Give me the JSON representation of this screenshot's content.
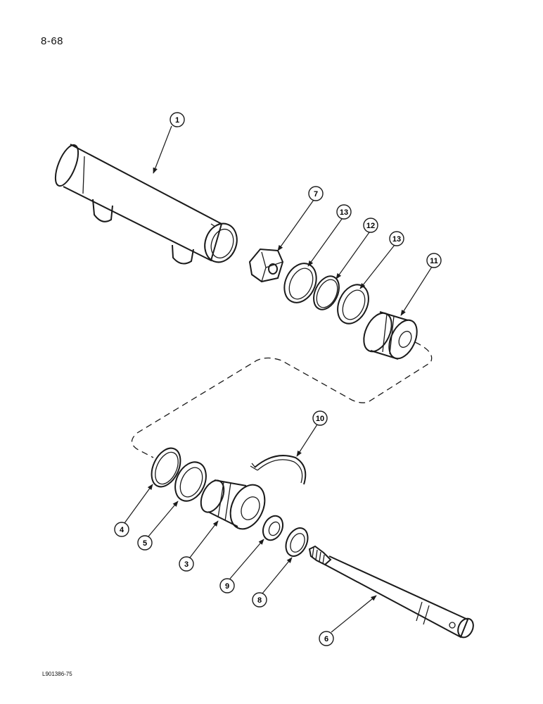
{
  "page": {
    "number": "8-68",
    "figure_code": "L901386-75"
  },
  "callouts": [
    "1",
    "7",
    "13",
    "12",
    "13",
    "11",
    "10",
    "4",
    "5",
    "3",
    "9",
    "8",
    "6"
  ]
}
